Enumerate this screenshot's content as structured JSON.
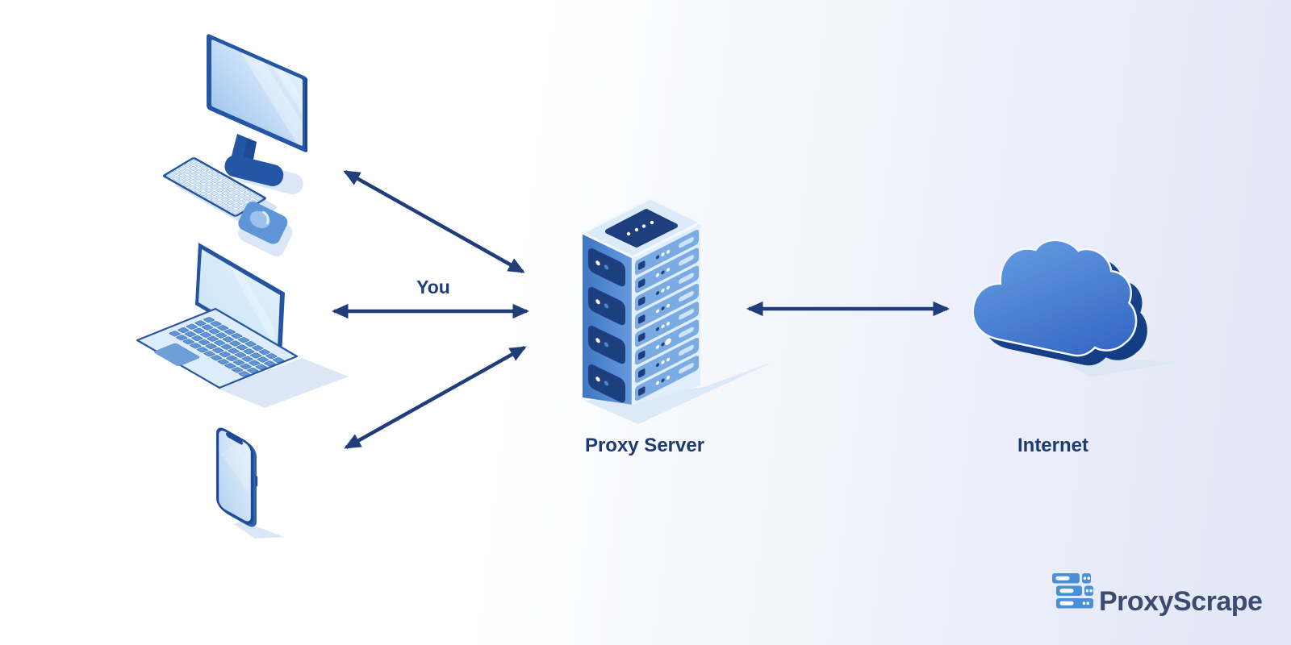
{
  "diagram": {
    "type": "flow",
    "labels": {
      "client_group": "You",
      "proxy_server": "Proxy Server",
      "internet": "Internet"
    },
    "nodes": [
      {
        "id": "client-devices",
        "label": "You",
        "devices": [
          "desktop-computer",
          "laptop",
          "smartphone"
        ]
      },
      {
        "id": "proxy-server",
        "label": "Proxy Server",
        "rack_slots": 8,
        "side_panels": 4
      },
      {
        "id": "internet",
        "label": "Internet",
        "icon": "cloud-icon"
      }
    ],
    "connections": [
      {
        "from": "desktop-computer",
        "to": "proxy-server",
        "bidirectional": true
      },
      {
        "from": "laptop",
        "to": "proxy-server",
        "bidirectional": true
      },
      {
        "from": "smartphone",
        "to": "proxy-server",
        "bidirectional": true
      },
      {
        "from": "proxy-server",
        "to": "internet",
        "bidirectional": true
      }
    ],
    "colors": {
      "arrow": "#203d79",
      "label_text": "#203d79",
      "device_dark_blue": "#1d4a94",
      "device_medium_blue": "#5e94d8",
      "rack_slat_blue": "#7aabe2",
      "panel_navy": "#1e3f7e",
      "light_face": "#dcebfa",
      "shadow": "#dbe7f5",
      "background_right": "#e2e7f6",
      "cloud_gradient": [
        "#69a1e3",
        "#2e61c1"
      ],
      "logo_blue": "#4a90d8",
      "logo_text_color": "#3d4b70"
    }
  },
  "branding": {
    "logo_text": "ProxyScrape",
    "logo_icon": "server-stack-icon"
  }
}
